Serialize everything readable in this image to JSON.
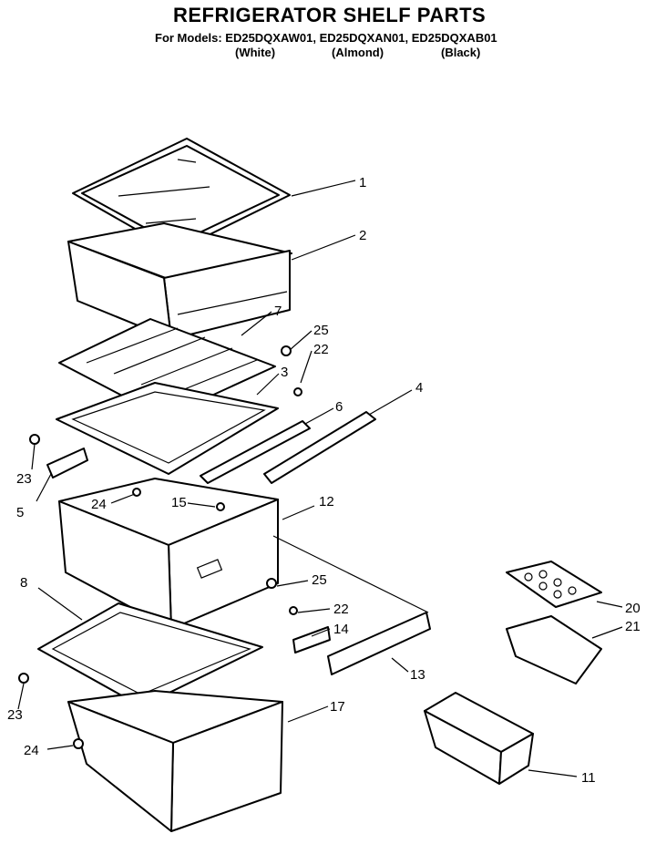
{
  "header": {
    "title": "REFRIGERATOR SHELF PARTS",
    "models": "For Models: ED25DQXAW01, ED25DQXAN01, ED25DQXAB01",
    "variants": [
      "(White)",
      "(Almond)",
      "(Black)"
    ]
  },
  "callouts": [
    "1",
    "2",
    "7",
    "25",
    "22",
    "3",
    "4",
    "6",
    "23",
    "5",
    "24",
    "15",
    "12",
    "8",
    "25",
    "22",
    "14",
    "13",
    "20",
    "21",
    "23",
    "17",
    "24",
    "11"
  ]
}
